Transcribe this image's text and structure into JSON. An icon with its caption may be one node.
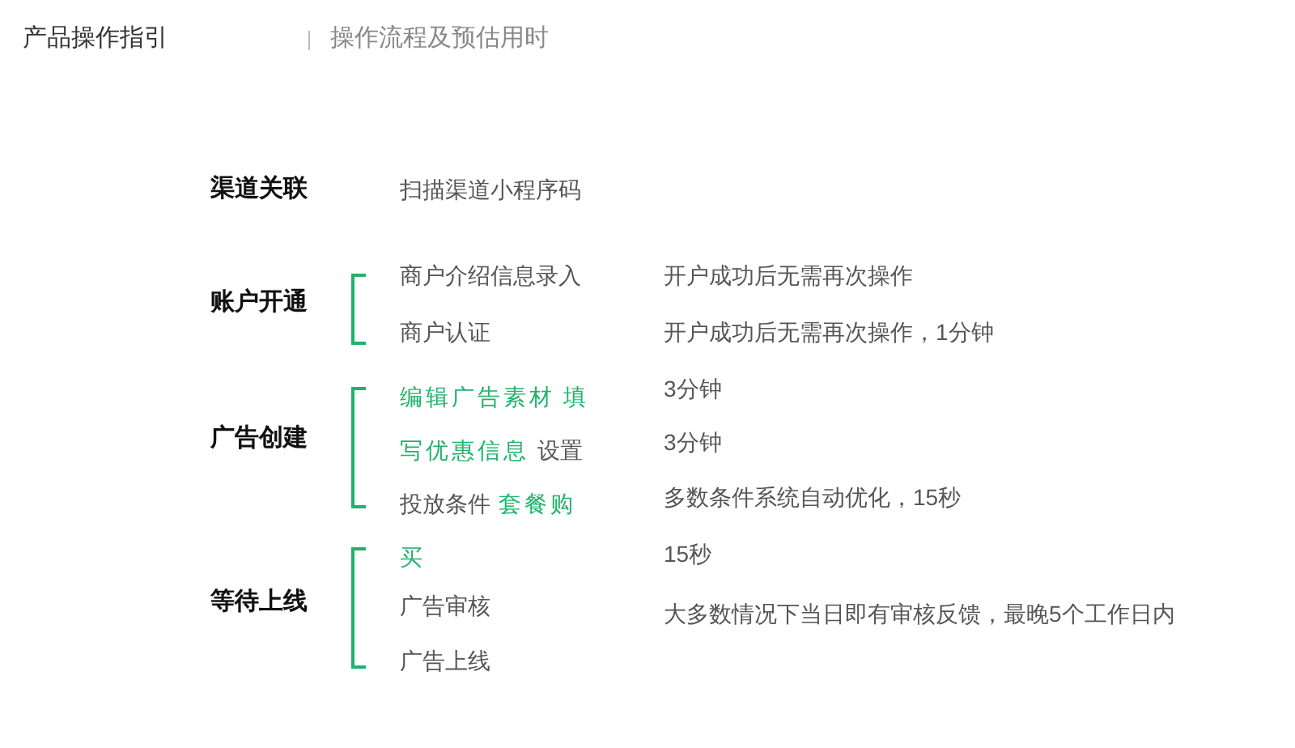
{
  "diagram": {
    "title": "产品操作指引",
    "labels": [
      "操作流程及预估用时",
      "渠道关联",
      "扫描渠道小程序码",
      "账户开通",
      "商户介绍信息录入",
      "开户成功后无需再次操作",
      "商户认证",
      "开户成功后无需再次操作，1分钟",
      "广告创建",
      "编辑广告素材",
      "填写优惠信息",
      "设置投放条件",
      "套餐购买",
      "3分钟",
      "3分钟",
      "多数条件系统自动优化，15秒",
      "等待上线",
      "15秒",
      "广告审核",
      "大多数情况下当日即有审核反馈，最晚5个工作日内",
      "广告上线"
    ]
  }
}
